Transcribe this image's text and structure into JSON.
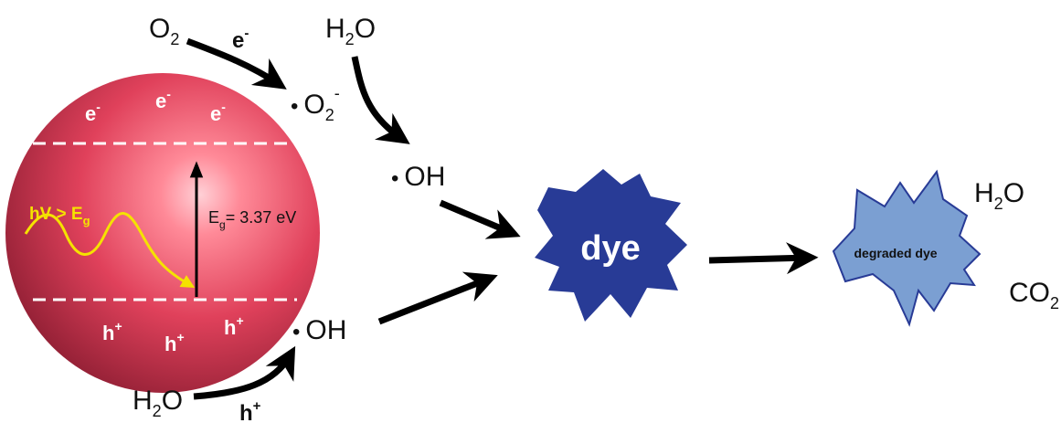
{
  "colors": {
    "sphere_light": "#ff8a98",
    "sphere_mid": "#e0415b",
    "sphere_dark": "#8e1e33",
    "dye_fill": "#283b96",
    "degraded_fill": "#7b9fd2",
    "degraded_stroke": "#283b96",
    "photon": "#f5e200",
    "arrow": "#000000"
  },
  "electrons": {
    "symbol": "e",
    "charge": "-"
  },
  "holes": {
    "symbol": "h",
    "charge": "+"
  },
  "photon_label": {
    "main": "hV > E",
    "sub": "g"
  },
  "band_gap": {
    "main": "E",
    "sub": "g",
    "value": "= 3.37 eV"
  },
  "reactions": {
    "o2": {
      "main": "O",
      "sub": "2"
    },
    "electron_transfer": {
      "symbol": "e",
      "charge": "-"
    },
    "superoxide": {
      "dot": "•",
      "main": "O",
      "sub": "2",
      "charge": "-"
    },
    "water_top": {
      "main": "H",
      "sub": "2",
      "tail": "O"
    },
    "hydroxyl_top": {
      "dot": "•",
      "text": "OH"
    },
    "hydroxyl_bottom": {
      "dot": "•",
      "text": "OH"
    },
    "water_bottom": {
      "main": "H",
      "sub": "2",
      "tail": "O"
    },
    "hole_transfer": {
      "symbol": "h",
      "charge": "+"
    }
  },
  "dye_label": "dye",
  "degraded_label": "degraded dye",
  "products": {
    "water": {
      "main": "H",
      "sub": "2",
      "tail": "O"
    },
    "co2": {
      "main": "CO",
      "sub": "2"
    }
  }
}
